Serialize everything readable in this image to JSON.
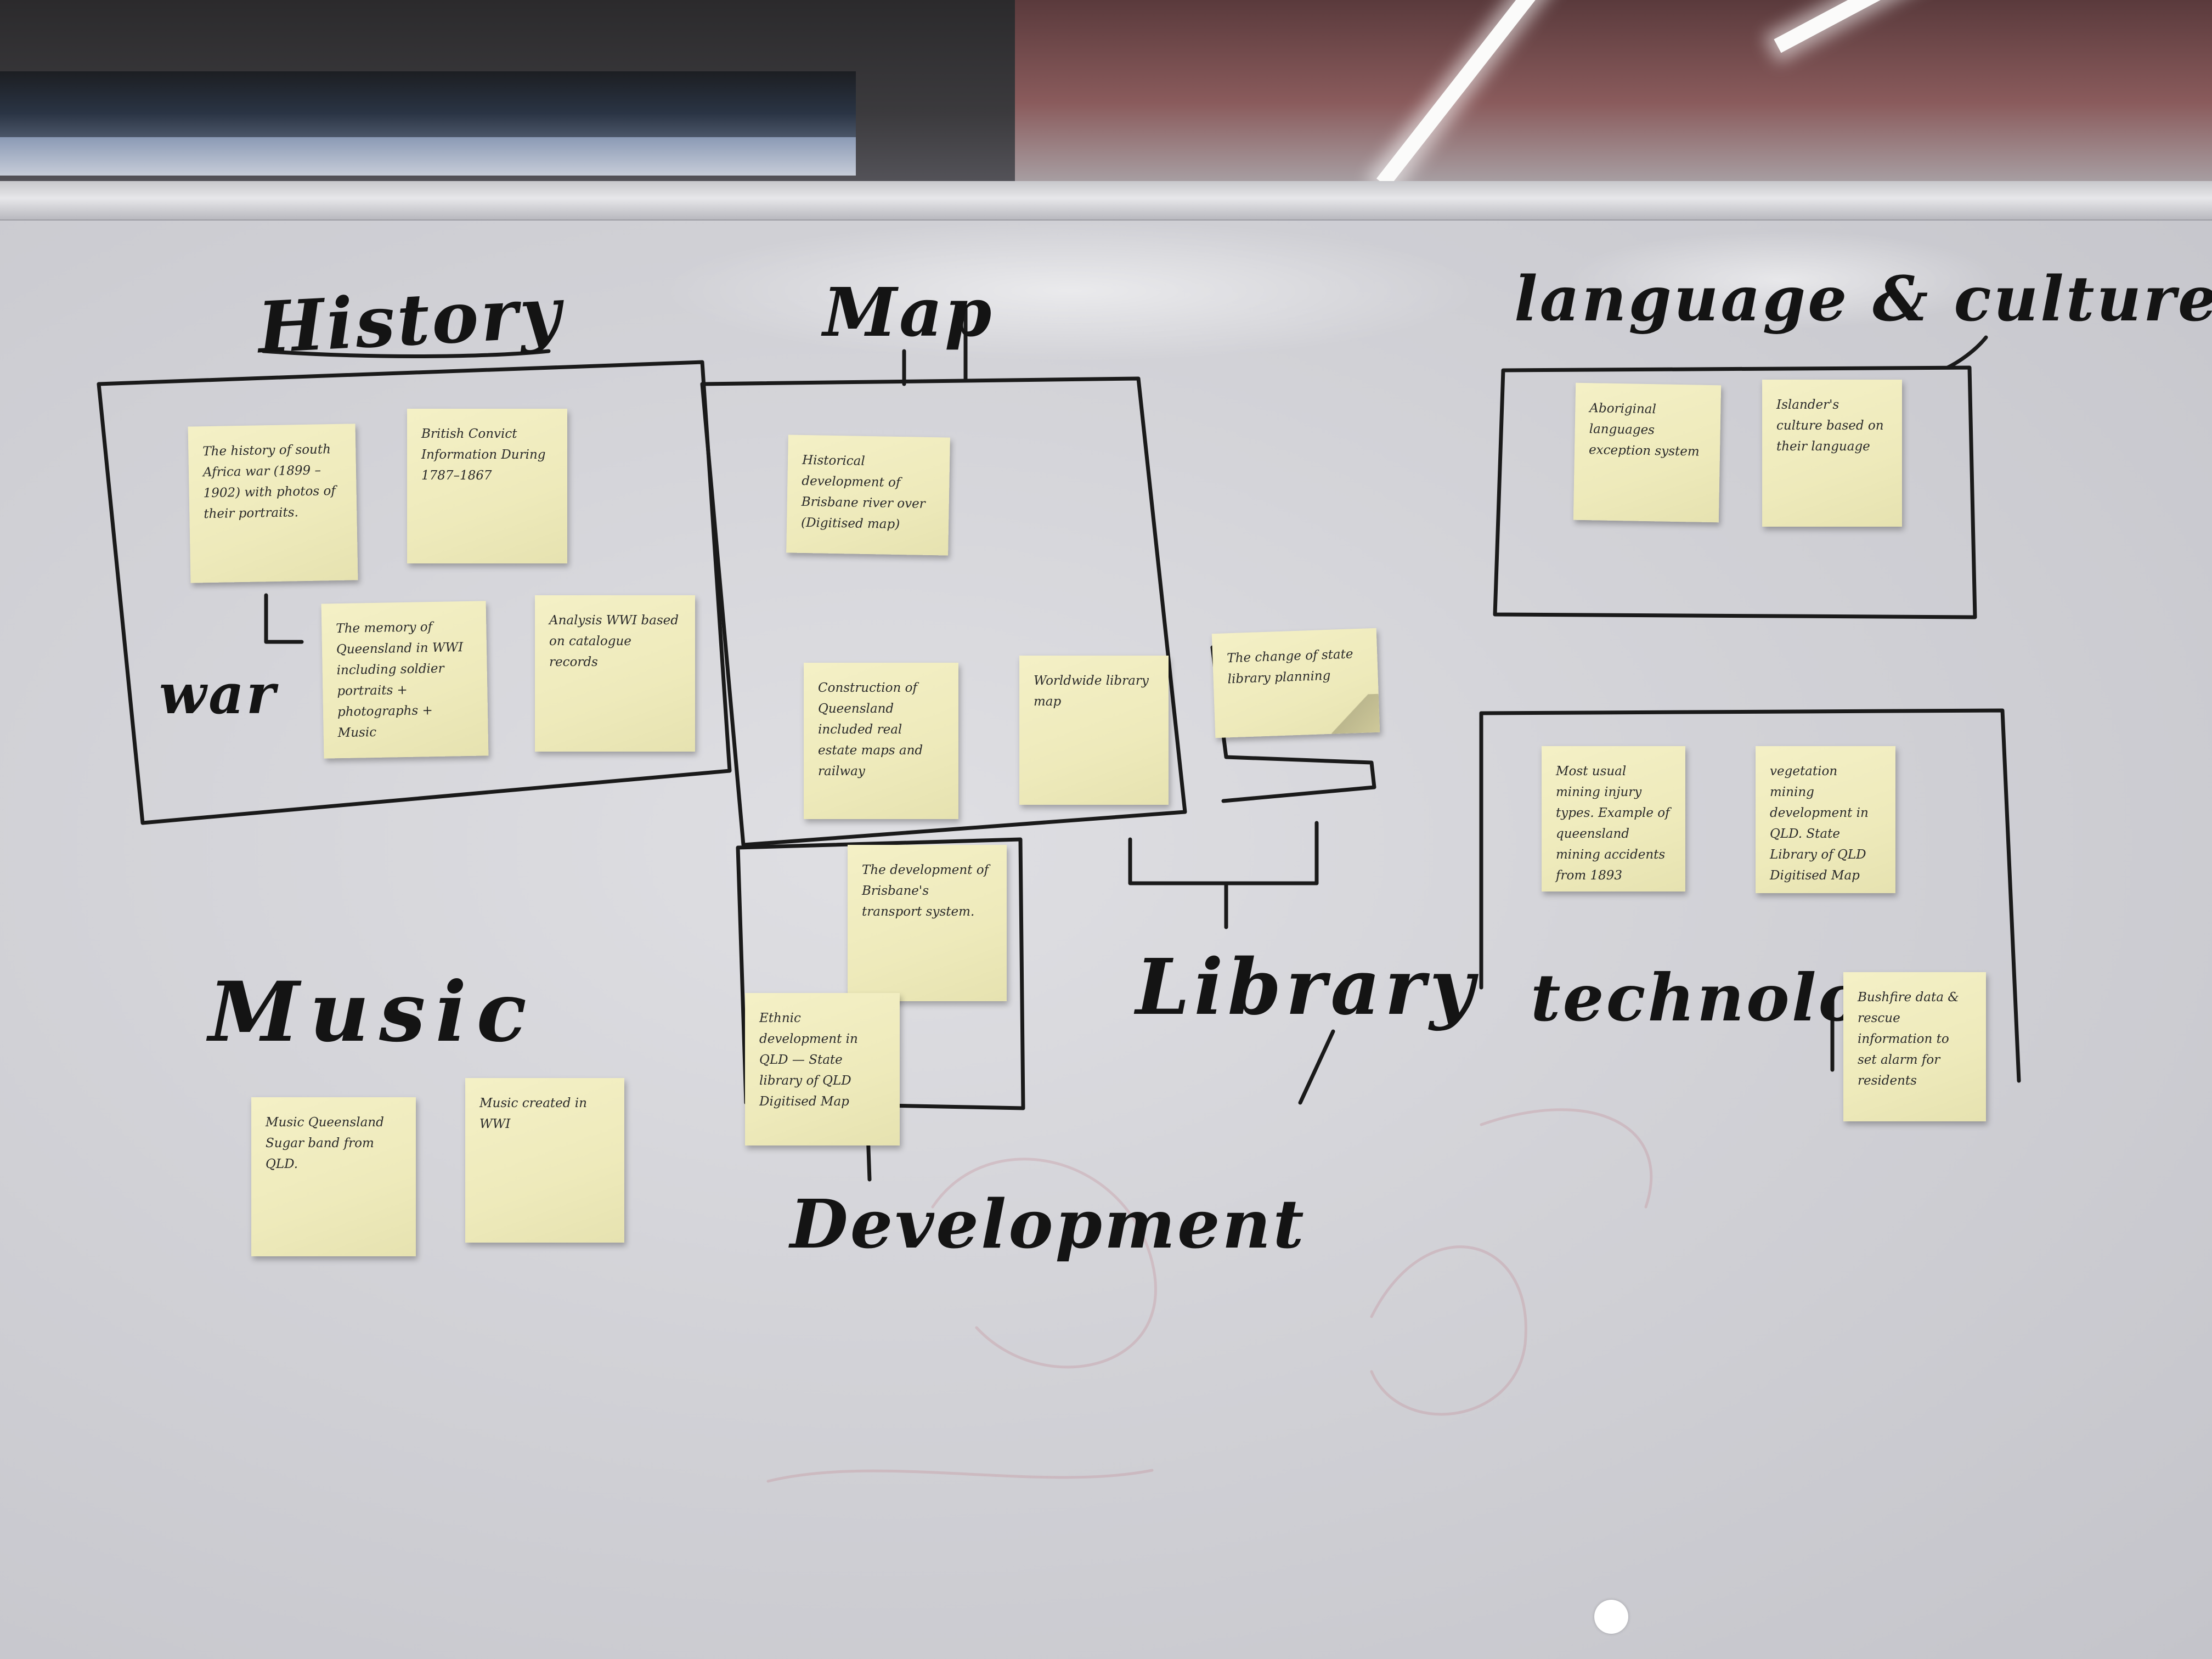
{
  "headings": {
    "history": "History",
    "map": "Map",
    "language_culture": "language & culture",
    "war": "war",
    "music": "Music",
    "library": "Library",
    "technology": "technology",
    "development": "Development"
  },
  "notes": {
    "history_south_africa": "The history of south Africa war (1899 – 1902) with photos of their portraits.",
    "history_british_convict": "British Convict Information During 1787–1867",
    "war_memory_queensland": "The memory of Queensland in WWI including soldier portraits + photographs + Music",
    "war_analysis_wwi": "Analysis WWI based on catalogue records",
    "map_brisbane_river": "Historical development of Brisbane river over (Digitised map)",
    "map_construction_queensland": "Construction of Queensland included real estate maps and railway",
    "map_worldwide_library": "Worldwide library map",
    "library_state_library_change": "The change of state library planning",
    "lang_aboriginal_languages": "Aboriginal languages exception system",
    "lang_islanders_culture": "Islander's culture based on their language",
    "tech_mining_injury": "Most usual mining injury types. Example of queensland mining accidents from 1893",
    "tech_vegetation_mining": "vegetation mining development in QLD. State Library of QLD Digitised Map",
    "tech_bushfire_information": "Bushfire data & rescue information to set alarm for residents",
    "dev_brisbane_transport": "The development of Brisbane's transport system.",
    "dev_ethnic_development": "Ethnic development in QLD — State library of QLD Digitised Map",
    "music_queensland_sugar": "Music Queensland Sugar band from QLD.",
    "music_wwi": "Music created in WWI"
  }
}
